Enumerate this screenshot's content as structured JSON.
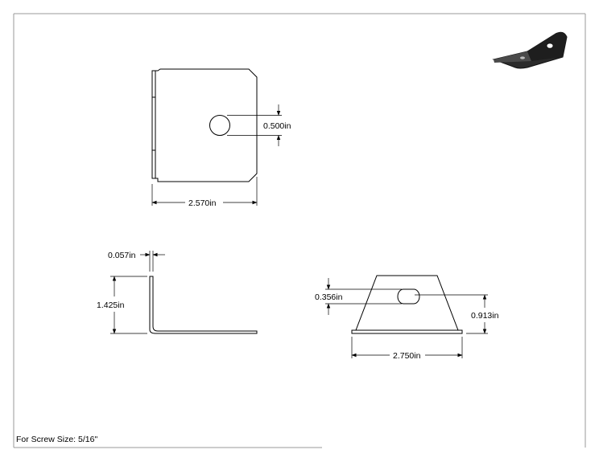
{
  "dimensions": {
    "top_width": "2.570in",
    "hole_diameter": "0.500in",
    "thickness": "0.057in",
    "side_height": "1.425in",
    "slot_height": "0.356in",
    "front_height": "0.913in",
    "front_width": "2.750in"
  },
  "note": "For Screw Size: 5/16\"",
  "icons": {
    "preview": "bracket-3d-preview"
  }
}
